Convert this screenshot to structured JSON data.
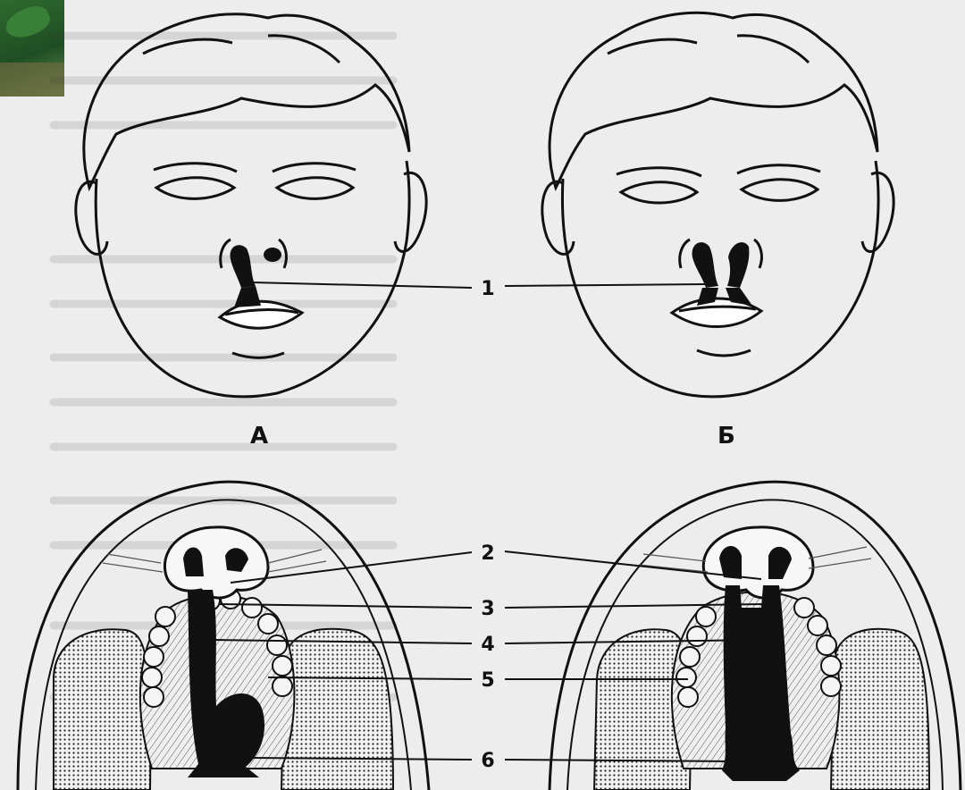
{
  "figure": {
    "panel_labels": {
      "a": "А",
      "b": "Б"
    },
    "callouts": [
      "1",
      "2",
      "3",
      "4",
      "5",
      "6"
    ],
    "ink_color": "#111111",
    "paper_color": "#ededed",
    "corner_color": "#2e6a2f"
  }
}
